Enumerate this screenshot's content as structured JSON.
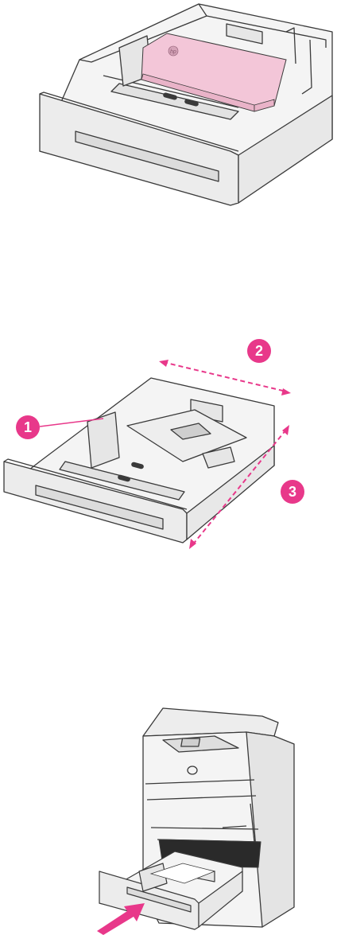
{
  "figures": [
    {
      "id": "tray-loaded-with-paper",
      "logo_text": "hp"
    },
    {
      "id": "tray-guides-callouts",
      "callouts": [
        {
          "number": "1"
        },
        {
          "number": "2"
        },
        {
          "number": "3"
        }
      ]
    },
    {
      "id": "printer-insert-tray"
    }
  ],
  "colors": {
    "callout_fill": "#e8388a",
    "paper_pink": "#f3c6d8",
    "line": "#3a3a3a",
    "tray_fill": "#f4f4f4",
    "arrow": "#e8388a"
  }
}
